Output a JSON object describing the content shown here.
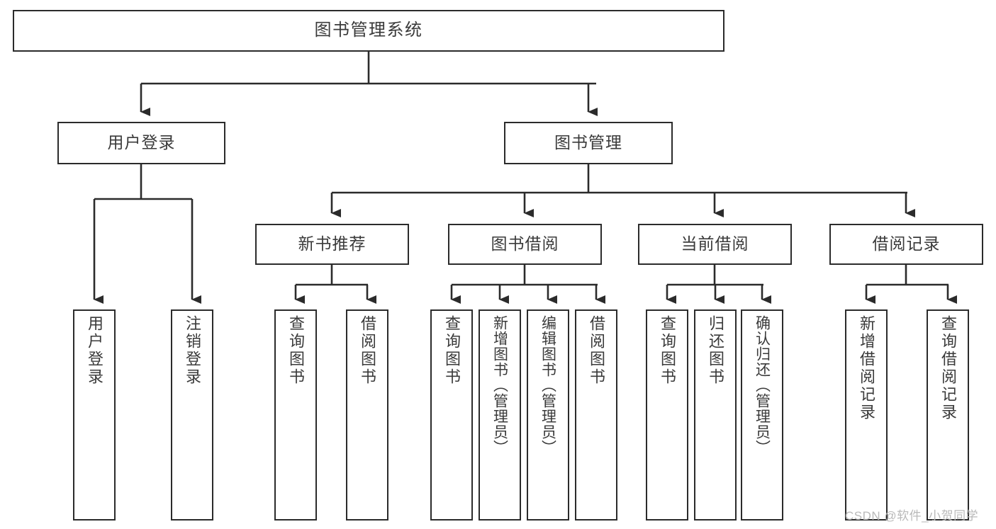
{
  "diagram": {
    "title": "图书管理系统",
    "type": "hierarchy-tree",
    "watermark": "CSDN @软件_小贺同学",
    "colors": {
      "border": "#2b2b2b",
      "text": "#3a3a3a",
      "background": "#ffffff",
      "watermark": "#b9b9b9"
    },
    "nodes": {
      "root": {
        "label": "图书管理系统"
      },
      "level1": [
        {
          "id": "user-login",
          "label": "用户登录"
        },
        {
          "id": "book-manage",
          "label": "图书管理"
        }
      ],
      "level2": [
        {
          "id": "new-book-recommend",
          "label": "新书推荐"
        },
        {
          "id": "book-borrow",
          "label": "图书借阅"
        },
        {
          "id": "current-borrow",
          "label": "当前借阅"
        },
        {
          "id": "borrow-record",
          "label": "借阅记录"
        }
      ],
      "leaves": [
        {
          "id": "leaf-user-login",
          "label": "用户登录",
          "parent": "user-login"
        },
        {
          "id": "leaf-logout-login",
          "label": "注销登录",
          "parent": "user-login"
        },
        {
          "id": "leaf-query-book-1",
          "label": "查询图书",
          "parent": "new-book-recommend"
        },
        {
          "id": "leaf-borrow-book-1",
          "label": "借阅图书",
          "parent": "new-book-recommend"
        },
        {
          "id": "leaf-query-book-2",
          "label": "查询图书",
          "parent": "book-borrow"
        },
        {
          "id": "leaf-add-book",
          "label": "新增图书（管理员）",
          "parent": "book-borrow"
        },
        {
          "id": "leaf-edit-book",
          "label": "编辑图书（管理员）",
          "parent": "book-borrow"
        },
        {
          "id": "leaf-borrow-book-2",
          "label": "借阅图书",
          "parent": "book-borrow"
        },
        {
          "id": "leaf-query-book-3",
          "label": "查询图书",
          "parent": "current-borrow"
        },
        {
          "id": "leaf-return-book",
          "label": "归还图书",
          "parent": "current-borrow"
        },
        {
          "id": "leaf-confirm-return",
          "label": "确认归还（管理员）",
          "parent": "current-borrow"
        },
        {
          "id": "leaf-add-record",
          "label": "新增借阅记录",
          "parent": "borrow-record"
        },
        {
          "id": "leaf-query-record",
          "label": "查询借阅记录",
          "parent": "borrow-record"
        }
      ]
    }
  }
}
